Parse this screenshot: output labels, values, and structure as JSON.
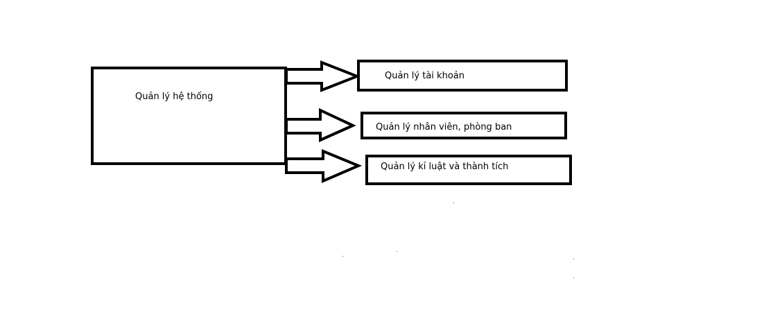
{
  "diagram": {
    "root": {
      "label": "Quản lý hệ thống"
    },
    "children": [
      {
        "label": "Quản lý tài khoản"
      },
      {
        "label": "Quản lý nhân viên, phòng ban"
      },
      {
        "label": "Quản lý kỉ luật và thành tích"
      }
    ],
    "edges": [
      {
        "from": "root",
        "to": "children.0"
      },
      {
        "from": "root",
        "to": "children.1"
      },
      {
        "from": "root",
        "to": "children.2"
      }
    ],
    "colors": {
      "stroke": "#000000",
      "fill": "#ffffff"
    }
  }
}
